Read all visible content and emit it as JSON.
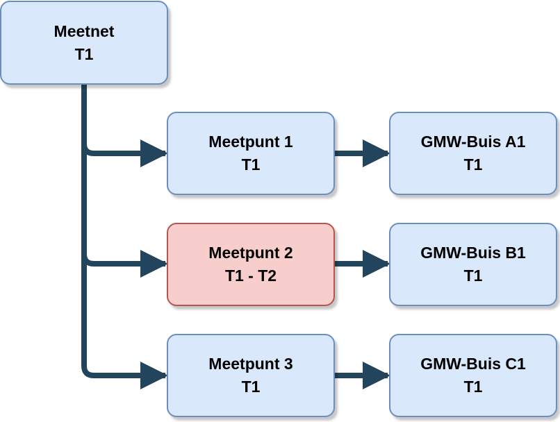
{
  "colors": {
    "connector": "#23445d",
    "node_fill": "#dae8fc",
    "node_border": "#6c8ebf",
    "highlight_fill": "#f8cecc",
    "highlight_border": "#b85450"
  },
  "root": {
    "name": "Meetnet",
    "period": "T1"
  },
  "measurement_points": [
    {
      "name": "Meetpunt 1",
      "period": "T1"
    },
    {
      "name": "Meetpunt 2",
      "period": "T1 - T2"
    },
    {
      "name": "Meetpunt 3",
      "period": "T1"
    }
  ],
  "wells": [
    {
      "name": "GMW-Buis A1",
      "period": "T1"
    },
    {
      "name": "GMW-Buis B1",
      "period": "T1"
    },
    {
      "name": "GMW-Buis C1",
      "period": "T1"
    }
  ]
}
